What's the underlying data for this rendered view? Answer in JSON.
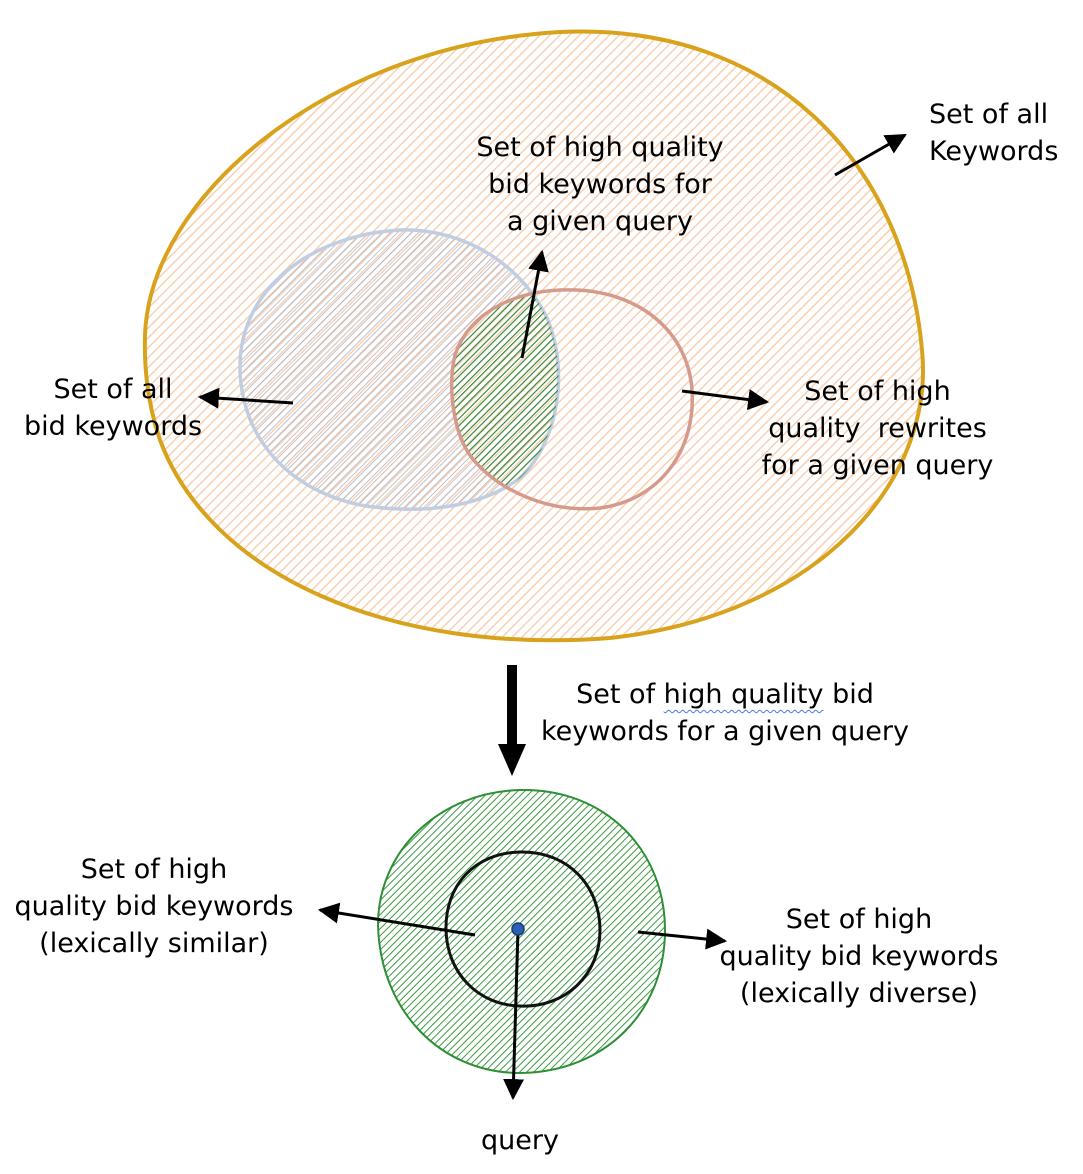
{
  "labels": {
    "all_keywords": [
      "Set of all",
      "Keywords"
    ],
    "high_quality_bid_keywords": [
      "Set of high quality",
      "bid keywords for",
      "a given query"
    ],
    "all_bid_keywords": [
      "Set of all",
      "bid keywords"
    ],
    "high_quality_rewrites": [
      "Set of high",
      "quality  rewrites",
      "for a given query"
    ],
    "transition": {
      "line1_before": "Set of ",
      "line1_marked": "high quality",
      "line1_after": " bid",
      "line2": "keywords for a given query"
    },
    "lexically_similar": [
      "Set of high",
      "quality bid keywords",
      "(lexically similar)"
    ],
    "lexically_diverse": [
      "Set of high",
      "quality bid keywords",
      "(lexically diverse)"
    ],
    "query": "query"
  },
  "colors": {
    "keywords_outline": "#d9a21c",
    "keywords_fill": "#f8c9a6",
    "bid_outline": "#c1cde0",
    "bid_fill": "#aab4c8",
    "rewrites_outline": "#d69a8c",
    "intersection_fill": "#2e8b35",
    "diverse_outline": "#2e8f36",
    "diverse_fill": "#3c9a44",
    "similar_outline": "#111111",
    "query_point": "#2b5fb4",
    "arrow": "#000000"
  }
}
